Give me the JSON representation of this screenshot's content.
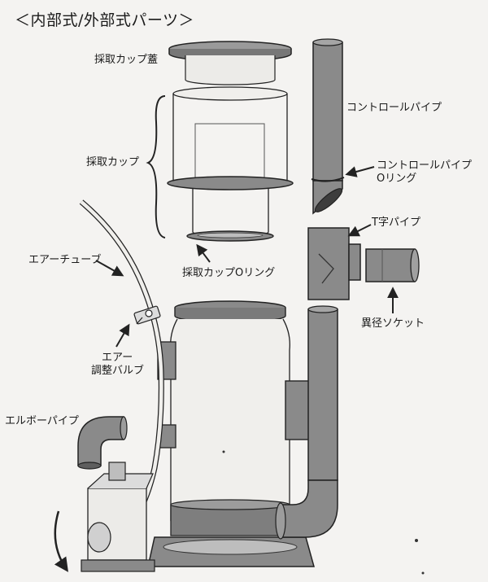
{
  "title": "＜内部式/外部式パーツ＞",
  "labels": {
    "cup_lid": "採取カップ蓋",
    "cup": "採取カップ",
    "cup_oring": "採取カップOリング",
    "control_pipe": "コントロールパイプ",
    "control_pipe_oring_line1": "コントロールパイプ",
    "control_pipe_oring_line2": "Oリング",
    "t_pipe": "T字パイプ",
    "reducer_socket": "異径ソケット",
    "air_tube": "エアーチューブ",
    "air_valve_line1": "エアー",
    "air_valve_line2": "調整バルブ",
    "elbow_pipe": "エルボーパイプ"
  },
  "colors": {
    "line": "#222222",
    "part_gray": "#8a8a8a",
    "part_dark": "#5e5e5e",
    "paper": "#f4f3f1"
  }
}
